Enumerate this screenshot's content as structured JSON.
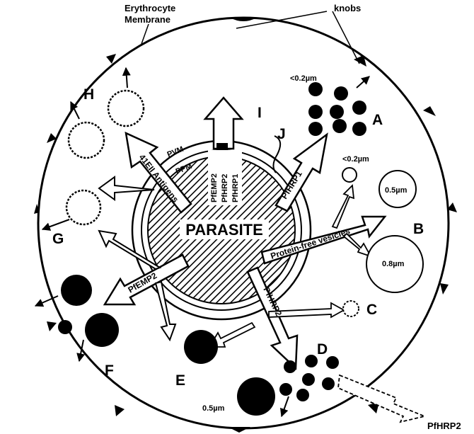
{
  "labels": {
    "erythrocyte_line1": "Erythrocyte",
    "erythrocyte_line2": "Membrane",
    "knobs": "knobs",
    "parasite": "PARASITE",
    "pvm": "PVM",
    "ppm": "PPM",
    "antigens": "41EII Antigens",
    "pfhrp1": "PfHRP1",
    "pfemp2_top": "PfEMP2",
    "pfhrp2_top": "PfHRP2",
    "pfhrp1_top": "PfHRP1",
    "pfemp2": "PfEMP2",
    "pfhrp2": "PfHRP2",
    "protein_free": "Protein-free vesicles",
    "pfhrp2_out": "PfHRP2",
    "size_a": "<0.2µm",
    "size_small": "<0.2µm",
    "size_05": "0.5µm",
    "size_08": "0.8µm",
    "size_d": "0.5µm",
    "A": "A",
    "B": "B",
    "C": "C",
    "D": "D",
    "E": "E",
    "F": "F",
    "G": "G",
    "H": "H",
    "I": "I",
    "J": "J"
  },
  "colors": {
    "ink": "#000000",
    "paper": "#ffffff"
  }
}
